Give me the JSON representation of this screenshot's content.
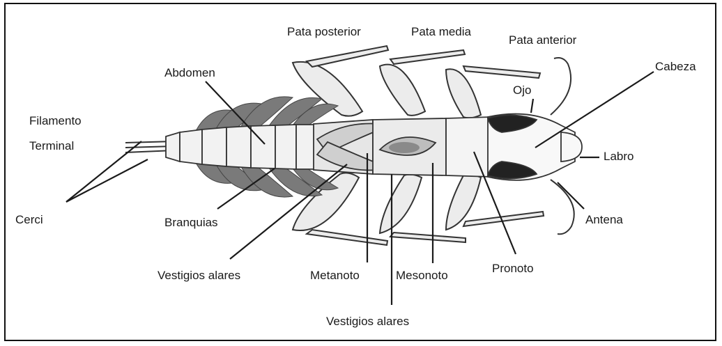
{
  "labels": {
    "filamento": "Filamento",
    "terminal": "Terminal",
    "cerci": "Cerci",
    "abdomen": "Abdomen",
    "branquias": "Branquias",
    "vestigios_alares_1": "Vestigios alares",
    "pata_posterior": "Pata posterior",
    "pata_media": "Pata media",
    "pata_anterior": "Pata anterior",
    "metanoto": "Metanoto",
    "mesonoto": "Mesonoto",
    "vestigios_alares_2": "Vestigios alares",
    "pronoto": "Pronoto",
    "ojo": "Ojo",
    "cabeza": "Cabeza",
    "labro": "Labro",
    "antena": "Antena"
  },
  "colors": {
    "line": "#1a1a1a",
    "body_fill": "#e8e8e8",
    "gill_fill": "#6e6e6e",
    "eye_fill": "#222222"
  }
}
